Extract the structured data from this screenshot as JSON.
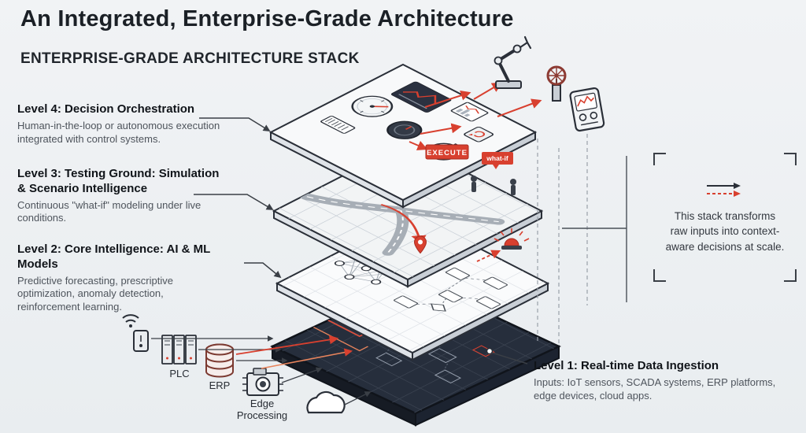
{
  "header": {
    "title": "An Integrated, Enterprise-Grade Architecture",
    "subtitle": "ENTERPRISE-GRADE ARCHITECTURE STACK"
  },
  "levels": {
    "level4": {
      "title": "Level 4: Decision Orchestration",
      "description": "Human-in-the-loop or autonomous execution integrated with control systems."
    },
    "level3": {
      "title": "Level 3: Testing Ground: Simulation & Scenario Intelligence",
      "description": "Continuous \"what-if\" modeling under live conditions."
    },
    "level2": {
      "title": "Level 2: Core Intelligence: AI & ML Models",
      "description": "Predictive forecasting, prescriptive optimization, anomaly detection, reinforcement learning."
    },
    "level1": {
      "title": "Level 1: Real-time Data Ingestion",
      "description": "Inputs: IoT sensors, SCADA systems, ERP platforms, edge devices, cloud apps."
    }
  },
  "callout": {
    "text": "This stack transforms raw inputs into context-aware decisions at scale."
  },
  "stack_labels": {
    "execute_badge": "EXECUTE",
    "what_if_tag": "what-if"
  },
  "input_labels": {
    "plc": "PLC",
    "erp": "ERP",
    "edge": "Edge Processing"
  },
  "icons": {
    "callout": "merge-arrows-icon",
    "bottom_row": [
      "iot-sensor-icon",
      "plc-icon",
      "erp-database-icon",
      "edge-processing-icon",
      "cloud-icon"
    ],
    "top_layer": [
      "gauge-icon",
      "dashboard-icon",
      "robot-arm-icon",
      "valve-icon",
      "control-device-icon"
    ]
  },
  "colors": {
    "background": "#eef1f3",
    "ink": "#22262d",
    "accent_red": "#d8402f",
    "dark_layer": "#262e3c"
  }
}
